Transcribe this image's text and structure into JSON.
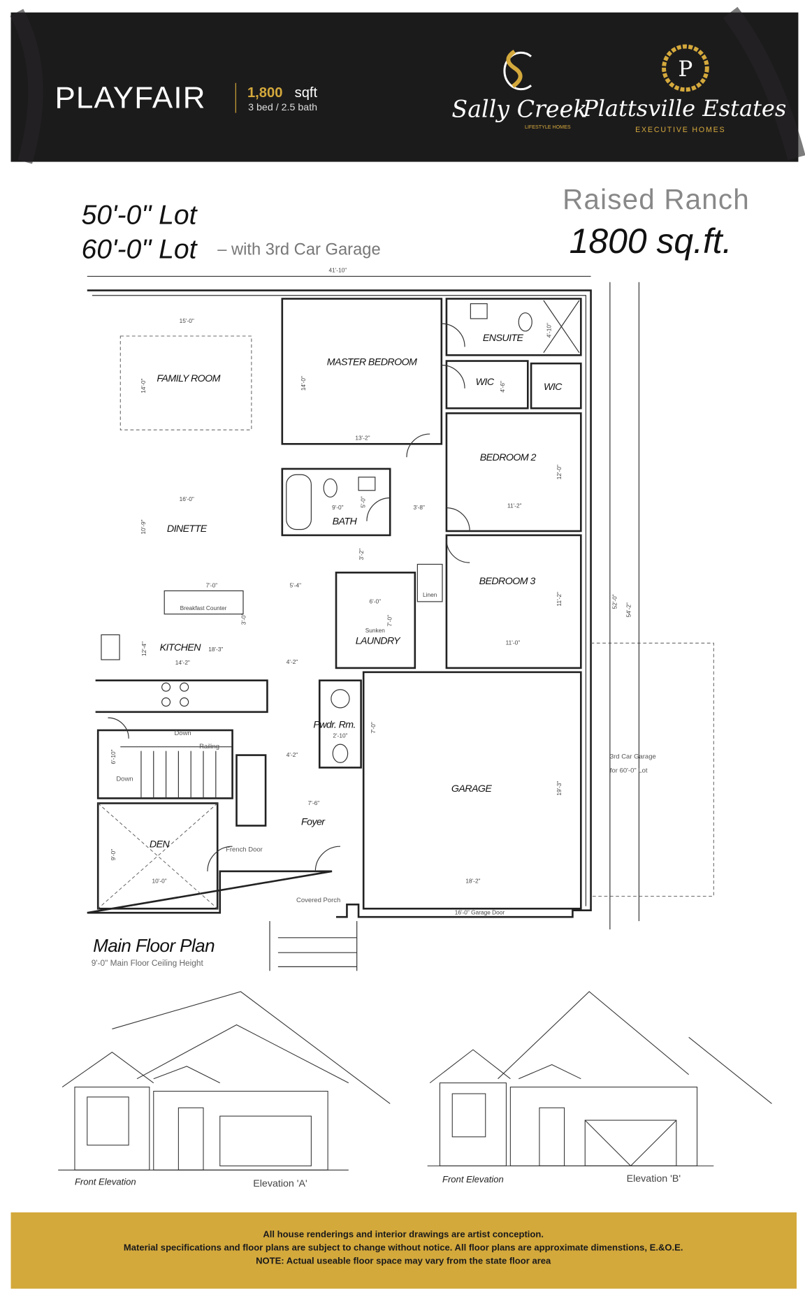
{
  "header": {
    "model_name": "PLAYFAIR",
    "sqft_value": "1,800",
    "sqft_unit": "sqft",
    "bed_bath": "3 bed / 2.5 bath",
    "brand1": {
      "monogram": "SC",
      "name": "Sally Creek",
      "tagline": "LIFESTYLE HOMES"
    },
    "brand2": {
      "monogram": "P",
      "name": "Plattsville Estates",
      "tagline": "EXECUTIVE HOMES"
    },
    "colors": {
      "background": "#1c1b1c",
      "gold": "#d4a93c"
    }
  },
  "plan_header": {
    "lot1": "50'-0\" Lot",
    "lot2": "60'-0\" Lot",
    "lot2_note": "– with 3rd Car Garage",
    "style": "Raised Ranch",
    "area": "1800 sq.ft."
  },
  "floor_plan": {
    "title": "Main Floor Plan",
    "subtitle": "9'-0\" Main Floor Ceiling Height",
    "overall_width": "41'-10\"",
    "rooms": {
      "family_room": "FAMILY ROOM",
      "master_bedroom": "MASTER BEDROOM",
      "ensuite": "ENSUITE",
      "wic1": "WIC",
      "wic2": "WIC",
      "bedroom2": "BEDROOM 2",
      "bath": "BATH",
      "dinette": "DINETTE",
      "bedroom3": "BEDROOM 3",
      "kitchen": "KITCHEN",
      "laundry_prefix": "Sunken",
      "laundry": "LAUNDRY",
      "powder": "Pwdr. Rm.",
      "garage": "GARAGE",
      "foyer": "Foyer",
      "den": "DEN"
    },
    "labels": {
      "breakfast_counter": "Breakfast Counter",
      "down1": "Down",
      "down2": "Down",
      "railing": "Railing",
      "french_door": "French Door",
      "covered_porch": "Covered Porch",
      "garage_door": "16'-0\" Garage Door",
      "linen": "Linen",
      "third_garage_1": "3rd Car Garage",
      "third_garage_2": "for 60'-0\" Lot"
    },
    "dimensions": {
      "family_w": "15'-0\"",
      "family_h": "14'-0\"",
      "master_h": "14'-0\"",
      "master_w": "13'-2\"",
      "ensuite": "4'-10\"",
      "wic": "4'-6\"",
      "bed2_h": "12'-0\"",
      "bed2_w": "11'-2\"",
      "dinette_w": "16'-0\"",
      "dinette_h": "10'-9\"",
      "bath_w": "9'-0\"",
      "bath_h": "5'-0\"",
      "hall": "3'-8\"",
      "hall2": "3'-2\"",
      "counter_w": "7'-0\"",
      "counter_h": "3'-0\"",
      "kitchen_gap": "5'-4\"",
      "laundry_w": "6'-0\"",
      "laundry_h": "7'-0\"",
      "bed3_h": "11'-2\"",
      "bed3_w": "11'-0\"",
      "kitchen_w": "18'-3\"",
      "kitchen_h": "12'-4\"",
      "kitchen_run": "14'-2\"",
      "hall3": "4'-2\"",
      "pwdr_w": "2'-10\"",
      "foyer_hall": "4'-2\"",
      "foyer_w": "7'-6\"",
      "garage_w": "18'-2\"",
      "garage_h": "19'-3\"",
      "garage_side": "7'-0\"",
      "den_w": "10'-0\"",
      "den_h": "9'-0\"",
      "stair": "6'-10\"",
      "overall_depth": "52'-0\"",
      "overall_depth2": "54'-2\""
    }
  },
  "elevations": [
    {
      "caption": "Front Elevation",
      "name": "Elevation 'A'"
    },
    {
      "caption": "Front Elevation",
      "name": "Elevation 'B'"
    }
  ],
  "footer": {
    "line1": "All house renderings and interior drawings are artist conception.",
    "line2": "Material specifications and floor plans are subject to change without notice. All floor plans are approximate dimenstions, E.&O.E.",
    "line3": "NOTE: Actual useable floor space may vary from the state floor area",
    "color": "#d4a93c"
  }
}
